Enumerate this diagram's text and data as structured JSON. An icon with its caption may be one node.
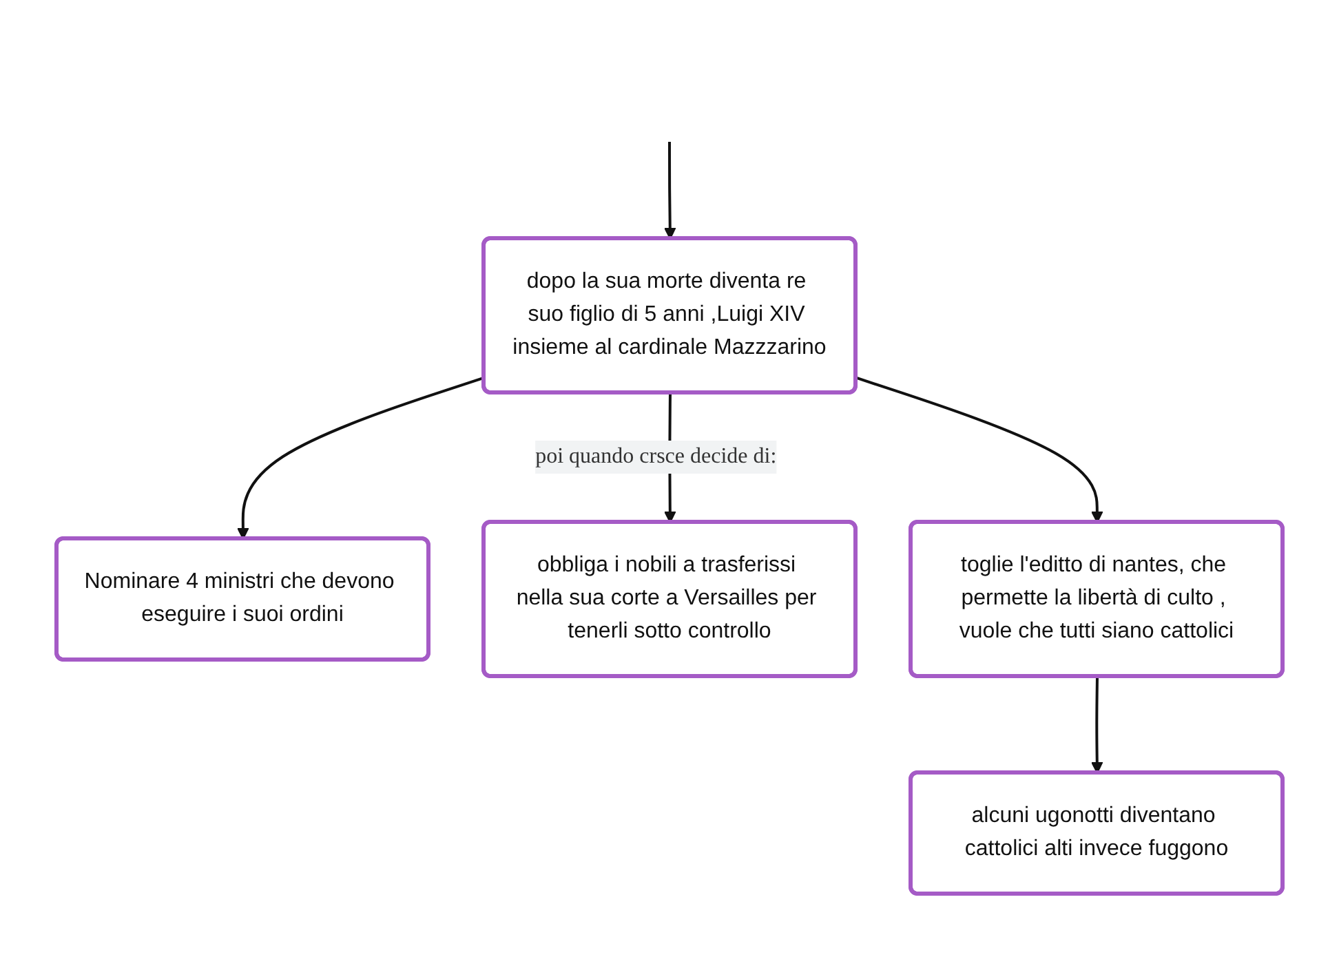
{
  "diagram": {
    "nodes": [
      {
        "text": [
          "dopo la sua morte diventa re suo figlio di 5 anni ,Luigi XIV insieme al cardinale Mazzzarino"
        ]
      },
      {
        "text": [
          "Nominare 4 ministri che devono eseguire i suoi ordini"
        ]
      },
      {
        "text": [
          "obbliga i nobili a trasferissi nella sua corte a Versailles per tenerli sotto controllo"
        ]
      },
      {
        "text": [
          "toglie l'editto di nantes, che permette la libertà di culto , vuole che tutti siano cattolici"
        ]
      },
      {
        "text": [
          "alcuni ugonotti diventano cattolici alti invece fuggono"
        ]
      }
    ],
    "edges": [
      {
        "from": null,
        "to": 0,
        "arrow": "to"
      },
      {
        "from": 0,
        "to": 1,
        "arrow": "to"
      },
      {
        "from": 0,
        "to": 2,
        "arrow": "to",
        "label": "poi quando crsce decide di:"
      },
      {
        "from": 0,
        "to": 3,
        "arrow": "to"
      },
      {
        "from": 3,
        "to": 4,
        "arrow": "to"
      }
    ]
  }
}
